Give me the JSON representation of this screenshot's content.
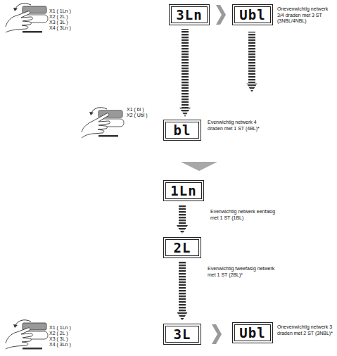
{
  "diagram": {
    "nodes": [
      {
        "text": [
          "3Ln"
        ]
      },
      {
        "text": [
          "Ubl",
          "Onevenwichtig netwerk 3/4 draden met 3 ST (3NBL/4NBL)"
        ]
      },
      {
        "text": [
          "bl",
          "Evenwichtig netwerk 4 draden met 1 ST (4BL)*"
        ]
      },
      {
        "text": [
          "1Ln",
          "Evenwichtig netwerk eenfasig met 1 ST (1BL)"
        ]
      },
      {
        "text": [
          "2L",
          "Evenwichtig tweefasig netwerk met 1 ST (2BL)*"
        ]
      },
      {
        "text": [
          "3L"
        ]
      },
      {
        "text": [
          "Ubl",
          "Onevenwichtig netwerk 3 draden met 2 ST (3NBL)*"
        ]
      }
    ],
    "edges": [
      {
        "from": 0,
        "to": 1,
        "arrow": "to"
      },
      {
        "from": 0,
        "to": 2,
        "arrow": "to"
      },
      {
        "from": 2,
        "to": 3,
        "arrow": "to"
      },
      {
        "from": 3,
        "to": 4,
        "arrow": "to"
      },
      {
        "from": 4,
        "to": 5,
        "arrow": "to"
      },
      {
        "from": 5,
        "to": 6,
        "arrow": "to"
      }
    ],
    "labels": [
      "X1 ( 1Ln )",
      "X2 ( 2L )",
      "X3 ( 3L )",
      "X4 ( 3Ln )",
      "X1 ( bl )",
      "X2 ( Ubl )",
      "X1 ( 1Ln )",
      "X2 ( 2L )",
      "X3 ( 3L )",
      "X4 ( 3Ln )"
    ]
  }
}
